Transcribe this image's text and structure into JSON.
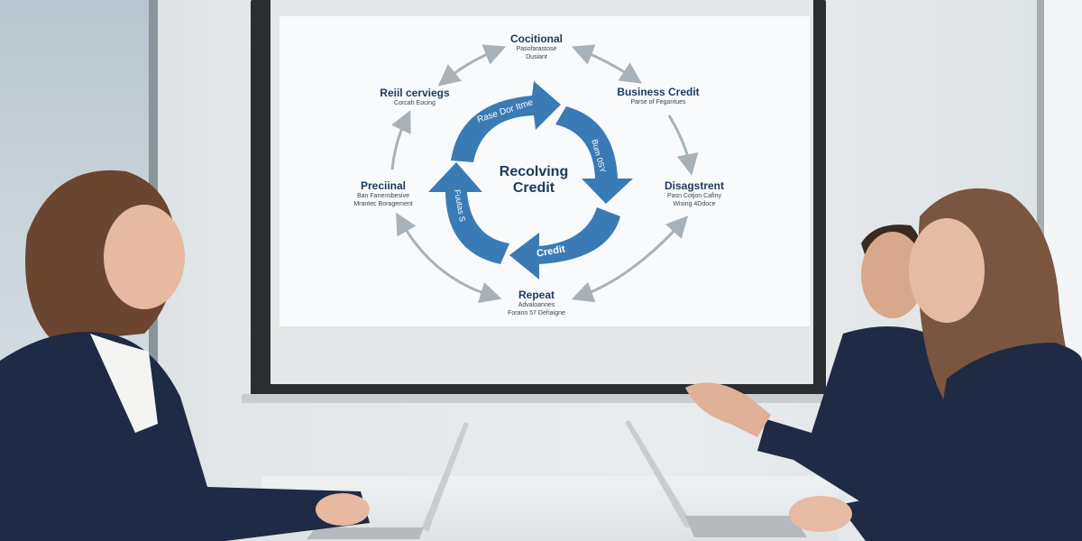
{
  "slide": {
    "center_title": [
      "Recolving",
      "Credit"
    ],
    "cycle_arrows": [
      "Rase Dor Itme",
      "Bum 0SY",
      "Credit",
      "Fuutas S"
    ],
    "nodes": [
      {
        "title": "Cocitional",
        "sub": [
          "Pasofarastose",
          "Dusiant"
        ]
      },
      {
        "title": "Business Credit",
        "sub": [
          "Parse of Fegantues"
        ]
      },
      {
        "title": "Disagstrent",
        "sub": [
          "Pasn Cotjon Cafiny",
          "Wising 4Ddoce"
        ]
      },
      {
        "title": "Repeat",
        "sub": [
          "Advaloannes",
          "Forann 57 Dehaigne"
        ]
      },
      {
        "title": "Preciinal",
        "sub": [
          "Ban Fanensbesive",
          "Mrantec Boragement"
        ]
      },
      {
        "title": "Reiil cerviegs",
        "sub": [
          "Corcah Eocing"
        ]
      }
    ],
    "colors": {
      "arrow_blue": "#3a7ab5",
      "connector_gray": "#a9b1b8",
      "title_navy": "#1e3a5a"
    }
  }
}
